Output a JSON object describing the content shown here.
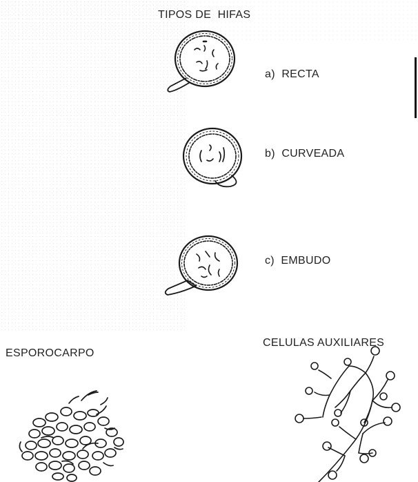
{
  "title": "TIPOS DE  HIFAS",
  "types": [
    {
      "label": "a)  RECTA"
    },
    {
      "label": "b)  CURVEADA"
    },
    {
      "label": "c)  EMBUDO"
    }
  ],
  "esporocarpo": {
    "label": "ESPOROCARPO"
  },
  "celulas": {
    "label": "CELULAS AUXILIARES"
  },
  "colors": {
    "ink": "#1a1a1a",
    "background": "#ffffff"
  }
}
